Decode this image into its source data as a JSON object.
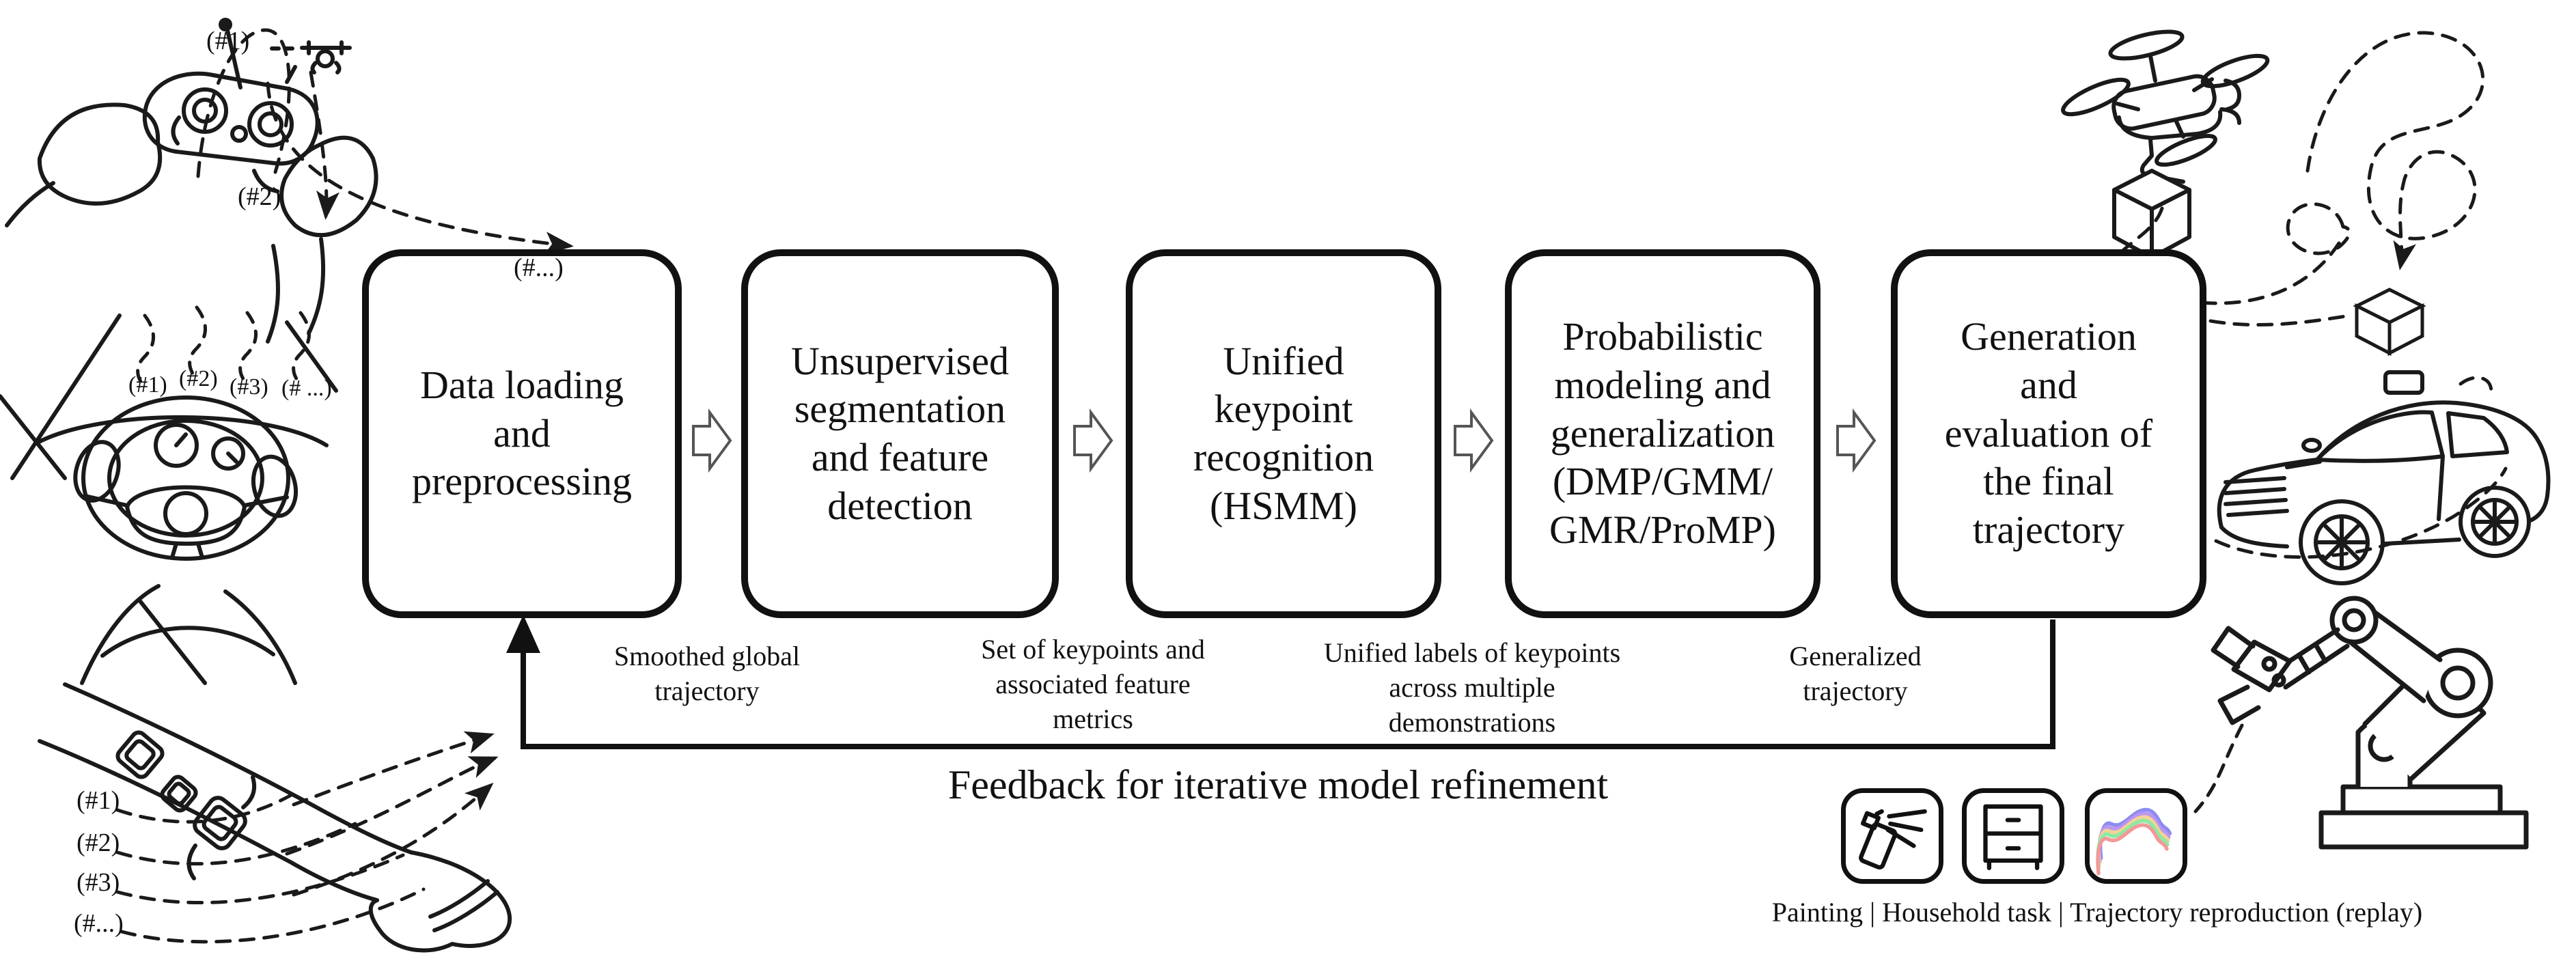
{
  "figure": {
    "pipeline": [
      {
        "label": "Data loading\nand\npreprocessing"
      },
      {
        "label": "Unsupervised\nsegmentation\nand feature\ndetection"
      },
      {
        "label": "Unified\nkeypoint\nrecognition\n(HSMM)"
      },
      {
        "label": "Probabilistic\nmodeling and\ngeneralization\n(DMP/GMM/\nGMR/ProMP)"
      },
      {
        "label": "Generation\nand\nevaluation of\nthe final\ntrajectory"
      }
    ],
    "arrow_labels": [
      "Smoothed global\ntrajectory",
      "Set of keypoints and\nassociated feature\nmetrics",
      "Unified labels of keypoints\nacross multiple\ndemonstrations",
      "Generalized\ntrajectory"
    ],
    "feedback_label": "Feedback for iterative model refinement",
    "applications_caption": "Painting | Household task | Trajectory reproduction (replay)",
    "icons": [
      "spray-paint-icon",
      "household-drawers-icon",
      "trajectory-replay-icon"
    ],
    "markers": {
      "controller": [
        "(#1)",
        "(#2)",
        "(#...)"
      ],
      "wheel": [
        "(#1)",
        "(#2)",
        "(#3)",
        "(# ...)"
      ],
      "wrist": [
        "(#1)",
        "(#2)",
        "(#3)",
        "(#...)"
      ]
    },
    "colors": {
      "line": "#1a1a1a",
      "trajectory": [
        "#8c8cf2",
        "#bb96f0",
        "#f2d394",
        "#8ee9a2",
        "#f39898"
      ]
    }
  }
}
